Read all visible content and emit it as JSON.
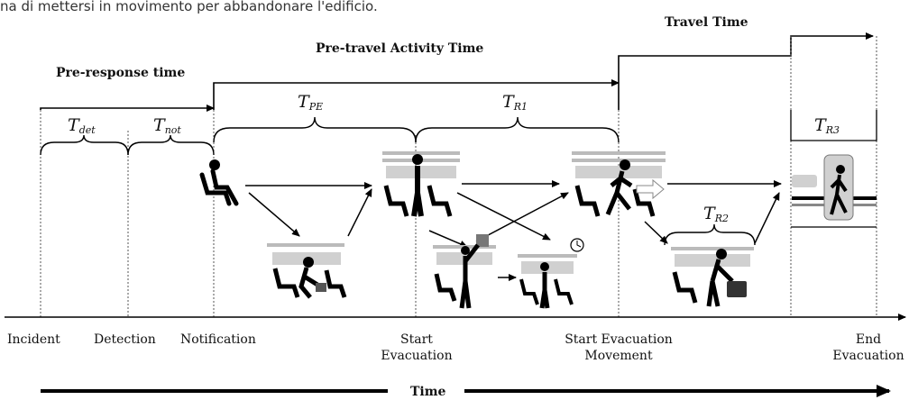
{
  "caption": "na di mettersi in movimento per abbandonare l'edificio.",
  "phases": {
    "pre_response": "Pre-response time",
    "pre_travel": "Pre-travel Activity Time",
    "travel": "Travel Time"
  },
  "intervals": {
    "t_det": {
      "base": "T",
      "sub": "det"
    },
    "t_not": {
      "base": "T",
      "sub": "not"
    },
    "t_pe": {
      "base": "T",
      "sub": "PE"
    },
    "t_r1": {
      "base": "T",
      "sub": "R1"
    },
    "t_r2": {
      "base": "T",
      "sub": "R2"
    },
    "t_r3": {
      "base": "T",
      "sub": "R3"
    }
  },
  "milestones": {
    "incident": "Incident",
    "detection": "Detection",
    "notification": "Notification",
    "start_evacuation_1": "Start",
    "start_evacuation_2": "Evacuation",
    "start_movement_1": "Start Evacuation",
    "start_movement_2": "Movement",
    "end_evacuation_1": "End",
    "end_evacuation_2": "Evacuation"
  },
  "time_axis_label": "Time"
}
